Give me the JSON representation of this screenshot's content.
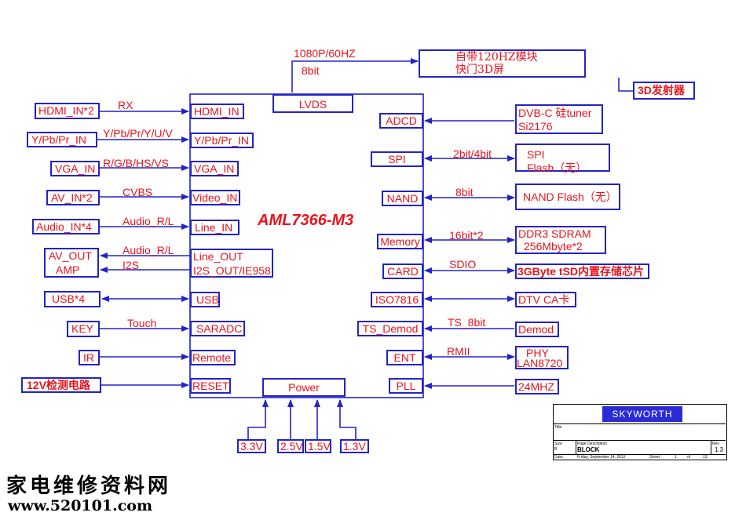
{
  "chip": "AML7366-M3",
  "soc_pins": {
    "lvds": "LVDS",
    "hdmi_in": "HDMI_IN",
    "ypbpr_in": "Y/Pb/Pr_IN",
    "vga_in": "VGA_IN",
    "video_in": "Video_IN",
    "line_in": "Line_IN",
    "line_out": "Line_OUT",
    "i2s_out": "I2S_OUT/IE958",
    "usb": "USB",
    "saradc": "SARADC",
    "remote": "Remote",
    "reset": "RESET",
    "power": "Power",
    "adcd": "ADCD",
    "spi": "SPI",
    "nand": "NAND",
    "memory": "Memory",
    "card": "CARD",
    "iso7816": "ISO7816",
    "ts_demod": "TS_Demod",
    "ent": "ENT",
    "pll": "PLL"
  },
  "left_inputs": {
    "hdmi": "HDMI_IN*2",
    "ypbpr": "Y/Pb/Pr_IN",
    "vga": "VGA_IN",
    "av": "AV_IN*2",
    "audio": "Audio_IN*4",
    "av_out": "AV_OUT",
    "amp": "AMP",
    "usb": "USB*4",
    "key": "KEY",
    "ir": "IR",
    "detect": "12V检测电路"
  },
  "left_signals": {
    "rx": "RX",
    "ypbpr": "Y/Pb/Pr/Y/U/V",
    "rgb": "R/G/B/HS/VS",
    "cvbs": "CVBS",
    "audio_in": "Audio_R/L",
    "audio_out": "Audio_R/L",
    "i2s": "I2S",
    "touch": "Touch"
  },
  "right_devices": {
    "panel_line1": "自带120HZ模块",
    "panel_line2": "快门3D屏",
    "emitter": "3D发射器",
    "tuner_line1": "DVB-C 硅tuner",
    "tuner_line2": "Si2176",
    "spi_line1": "SPI",
    "spi_line2": "Flash（无）",
    "nand": "NAND Flash（无）",
    "ddr_line1": "DDR3 SDRAM",
    "ddr_line2": "256Mbyte*2",
    "tsd": "3GByte tSD内置存储芯片",
    "ca": "DTV CA卡",
    "demod": "Demod",
    "phy_line1": "PHY",
    "phy_line2": "LAN8720",
    "clock": "24MHZ"
  },
  "right_signals": {
    "lvds_res": "1080P/60HZ",
    "lvds_bits": "8bit",
    "spi_bits": "2bit/4bit",
    "nand_bits": "8bit",
    "mem_bits": "16bit*2",
    "sdio": "SDIO",
    "ts": "TS_8bit",
    "rmii": "RMII"
  },
  "power_rails": [
    "3.3V",
    "2.5V",
    "1.5V",
    "1.3V"
  ],
  "title_block": {
    "brand": "SKYWORTH",
    "title_label": "Title",
    "size_label": "Size",
    "size_value": "B",
    "desc_label": "Page Description",
    "desc_value": "BLOCK",
    "rev_label": "Rev",
    "rev_value": "1.3",
    "date_label": "Date:",
    "date_value": "Friday, September 14, 2012",
    "sheet_label": "Sheet",
    "sheet_num": "1",
    "of_label": "of",
    "sheet_total": "13"
  },
  "watermark": {
    "site_name": "家电维修资料网",
    "url": "www.520101.com"
  },
  "colors": {
    "line": "#2323c8",
    "text": "#e8141c",
    "logo": "#2b2bd6"
  }
}
